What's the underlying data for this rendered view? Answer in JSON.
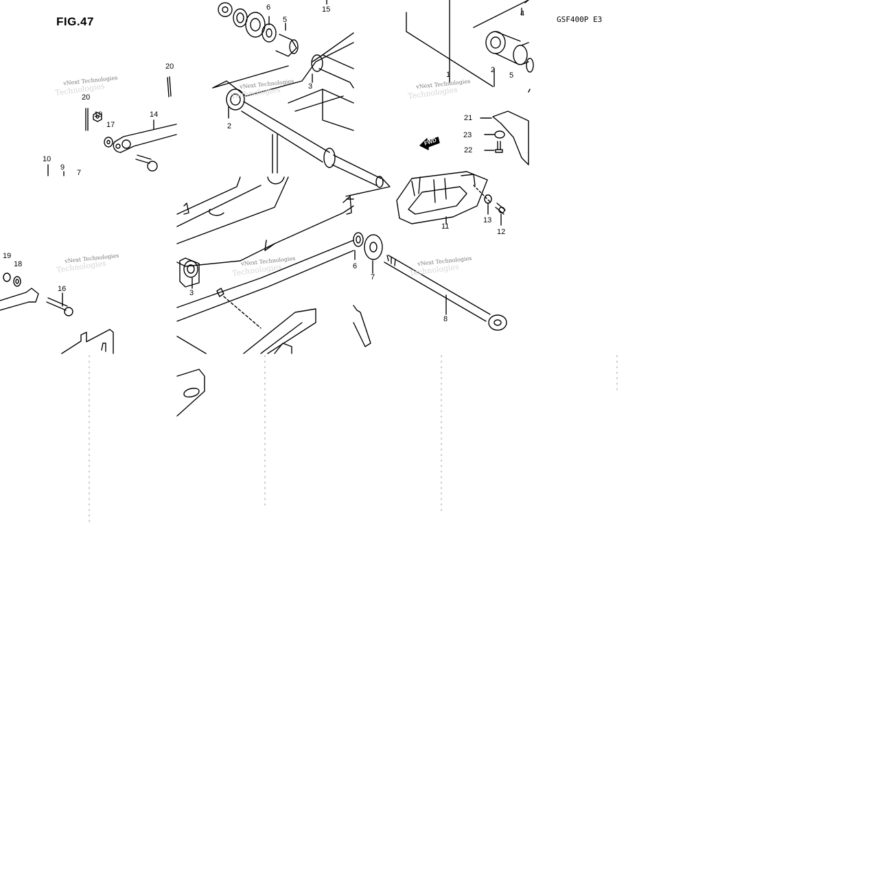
{
  "figure": {
    "title": "FIG.47",
    "model": "GSF400P E3"
  },
  "watermark": {
    "text": "vNext Technologies",
    "ghost": "Technologies"
  },
  "callouts": [
    {
      "id": "c20a",
      "text": "20"
    },
    {
      "id": "c20b",
      "text": "20"
    },
    {
      "id": "c19a",
      "text": "19"
    },
    {
      "id": "c17",
      "text": "17"
    },
    {
      "id": "c14",
      "text": "14"
    },
    {
      "id": "c10",
      "text": "10"
    },
    {
      "id": "c9",
      "text": "9"
    },
    {
      "id": "c7a",
      "text": "7"
    },
    {
      "id": "c19b",
      "text": "19"
    },
    {
      "id": "c18",
      "text": "18"
    },
    {
      "id": "c16",
      "text": "16"
    },
    {
      "id": "c6a",
      "text": "6"
    },
    {
      "id": "c5a",
      "text": "5"
    },
    {
      "id": "c15",
      "text": "15"
    },
    {
      "id": "c3a",
      "text": "3"
    },
    {
      "id": "c2a",
      "text": "2"
    },
    {
      "id": "c3b",
      "text": "3"
    },
    {
      "id": "c6b",
      "text": "6"
    },
    {
      "id": "c7b",
      "text": "7"
    },
    {
      "id": "c8",
      "text": "8"
    },
    {
      "id": "c4",
      "text": "4"
    },
    {
      "id": "c2b",
      "text": "2"
    },
    {
      "id": "c5b",
      "text": "5"
    },
    {
      "id": "c1",
      "text": "1"
    },
    {
      "id": "c21",
      "text": "21"
    },
    {
      "id": "c23",
      "text": "23"
    },
    {
      "id": "c22",
      "text": "22"
    },
    {
      "id": "c11",
      "text": "11"
    },
    {
      "id": "c13",
      "text": "13"
    },
    {
      "id": "c12",
      "text": "12"
    }
  ],
  "fwd_arrow": {
    "text": "FWD"
  }
}
